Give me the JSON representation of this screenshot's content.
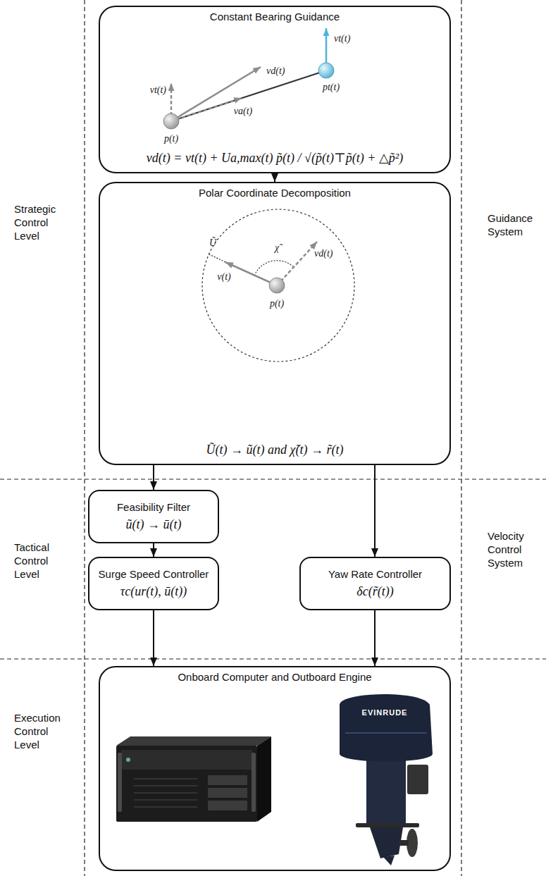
{
  "diagram": {
    "nodes": [
      {
        "text": [
          "Constant Bearing Guidance",
          "vd(t) = vt(t) + Ua,max(t) p̃(t) / √(p̃(t)⊤p̃(t) + △p̃²)"
        ]
      },
      {
        "text": [
          "Polar Coordinate Decomposition",
          "Ũ(t) → ũ(t) and χ̃(t) → r̃(t)"
        ]
      },
      {
        "text": [
          "Feasibility Filter",
          "ũ(t) → ū(t)"
        ]
      },
      {
        "text": [
          "Surge Speed Controller",
          "τc(ur(t), ū(t))"
        ]
      },
      {
        "text": [
          "Yaw Rate Controller",
          "δc(r̃(t))"
        ]
      },
      {
        "text": [
          "Onboard Computer and Outboard Engine"
        ]
      }
    ],
    "edges": [
      {
        "from": 0,
        "to": 1,
        "arrow": "to"
      },
      {
        "from": 1,
        "to": 2,
        "arrow": "to"
      },
      {
        "from": 1,
        "to": 4,
        "arrow": "to"
      },
      {
        "from": 2,
        "to": 3,
        "arrow": "to"
      },
      {
        "from": 3,
        "to": 5,
        "arrow": "to"
      },
      {
        "from": 4,
        "to": 5,
        "arrow": "to"
      }
    ],
    "labels": [
      "Strategic Control Level",
      "Guidance System",
      "vt(t)",
      "vd(t)",
      "vt(t)",
      "va(t)",
      "p(t)",
      "pt(t)",
      "Ũ",
      "χ̃",
      "vd(t)",
      "v(t)",
      "p(t)",
      "Tactical Control Level",
      "Velocity Control System",
      "Execution Control Level",
      "EVINRUDE"
    ]
  }
}
